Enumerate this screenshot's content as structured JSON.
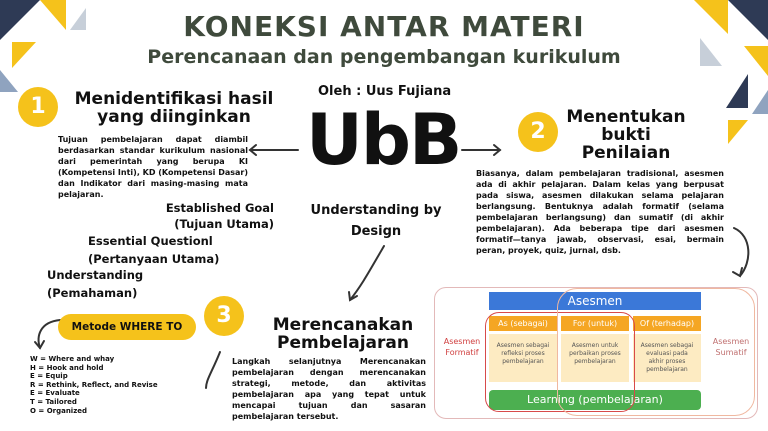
{
  "header": {
    "title": "KONEKSI ANTAR MATERI",
    "subtitle": "Perencanaan dan pengembangan kurikulum",
    "author": "Oleh : Uus Fujiana"
  },
  "center": {
    "logo": "UbB",
    "tagline_1": "Understanding by",
    "tagline_2": "Design"
  },
  "step1": {
    "number": "1",
    "heading_1": "Menidentifikasi hasil",
    "heading_2": "yang diinginkan",
    "body": "Tujuan pembelajaran dapat diambil berdasarkan standar kurikulum nasional dari pemerintah yang berupa KI (Kompetensi Inti), KD (Kompetensi Dasar) dan Indikator dari masing-masing mata pelajaran.",
    "goal_1": "Established Goal",
    "goal_2": "(Tujuan Utama)",
    "question_1": "Essential Questionl",
    "question_2": "(Pertanyaan Utama)",
    "understanding_1": "Understanding",
    "understanding_2": "(Pemahaman)"
  },
  "step2": {
    "number": "2",
    "heading_1": "Menentukan",
    "heading_2": "bukti",
    "heading_3": "Penilaian",
    "body": "Biasanya, dalam pembelajaran tradisional, asesmen ada di akhir pelajaran. Dalam kelas yang berpusat pada siswa, asesmen dilakukan selama pelajaran berlangsung. Bentuknya adalah formatif (selama pembelajaran berlangsung) dan sumatif (di akhir pembelajaran). Ada beberapa tipe dari asesmen formatif—tanya jawab, observasi, esai, bermain peran, proyek, quiz, jurnal, dsb."
  },
  "step3": {
    "number": "3",
    "heading_1": "Merencanakan",
    "heading_2": "Pembelajaran",
    "body": "Langkah selanjutnya Merencanakan pembelajaran dengan merencanakan strategi, metode, dan aktivitas pembelajaran apa yang tepat untuk mencapai tujuan dan sasaran pembelajaran tersebut."
  },
  "method": {
    "label": "Metode WHERE TO",
    "items": [
      "W = Where and whay",
      "H = Hook and hold",
      "E = Equip",
      "R = Rethink, Reflect, and Revise",
      "E = Evaluate",
      "T = Tailored",
      "O = Organized"
    ]
  },
  "diagram": {
    "top": "Asesmen",
    "left_1": "Asesmen",
    "left_2": "Formatif",
    "right_1": "Asesmen",
    "right_2": "Sumatif",
    "cols": [
      {
        "head": "As (sebagai)",
        "body_1": "Asesmen sebagai",
        "body_2": "refleksi proses",
        "body_3": "pembelajaran"
      },
      {
        "head": "For (untuk)",
        "body_1": "Asesmen untuk",
        "body_2": "perbaikan proses",
        "body_3": "pembelajaran"
      },
      {
        "head": "Of (terhadap)",
        "body_1": "Asesmen sebagai",
        "body_2": "evaluasi pada",
        "body_3": "akhir proses pembelajaran"
      }
    ],
    "bottom": "Learning (pembelajaran)"
  },
  "colors": {
    "accent_yellow": "#f5c21b",
    "title_green": "#3f4a3c",
    "navy": "#2e3a55",
    "assessment_blue": "#3b78d8",
    "assessment_orange": "#f5a623",
    "learning_green": "#4caf50"
  }
}
